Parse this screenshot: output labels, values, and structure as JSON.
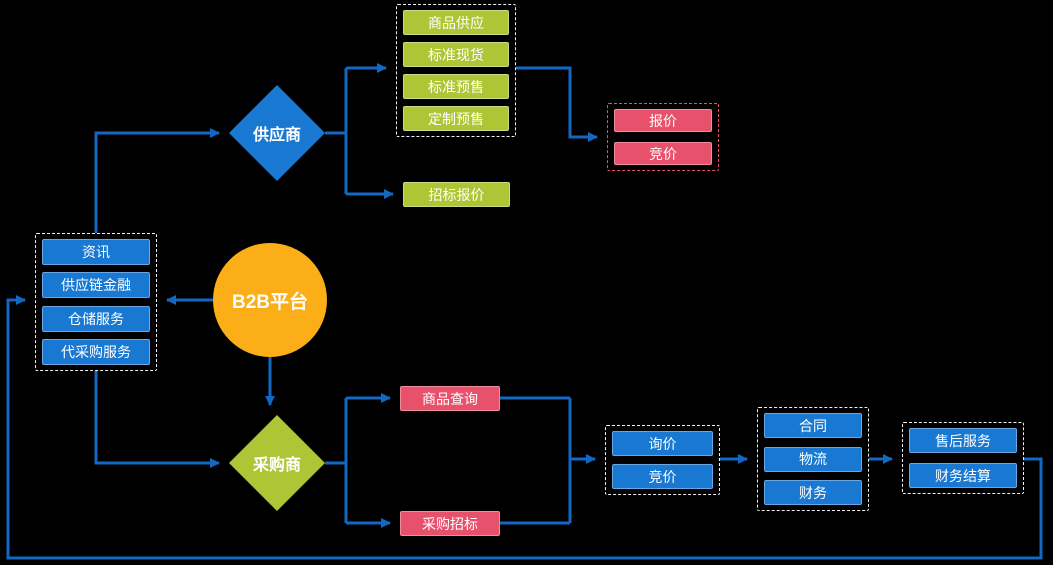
{
  "colors": {
    "bg": "#000000",
    "blue": "#1878d2",
    "green": "#aec636",
    "pink": "#e8516b",
    "orange": "#fbae17",
    "line": "#1268c3",
    "text": "#ffffff",
    "dash": "#f2f2f2"
  },
  "platform": {
    "label": "B2B平台"
  },
  "supplier": {
    "label": "供应商"
  },
  "purchaser": {
    "label": "采购商"
  },
  "supply_modes": {
    "items": [
      "商品供应",
      "标准现货",
      "标准预售",
      "定制预售"
    ]
  },
  "tender_quote": {
    "label": "招标报价"
  },
  "supplier_pricing": {
    "items": [
      "报价",
      "竞价"
    ]
  },
  "services": {
    "items": [
      "资讯",
      "供应链金融",
      "仓储服务",
      "代采购服务"
    ]
  },
  "purchaser_actions": {
    "query": "商品查询",
    "tender": "采购招标"
  },
  "inquiry": {
    "items": [
      "询价",
      "竞价"
    ]
  },
  "execution": {
    "items": [
      "合同",
      "物流",
      "财务"
    ]
  },
  "settlement": {
    "items": [
      "售后服务",
      "财务结算"
    ]
  }
}
